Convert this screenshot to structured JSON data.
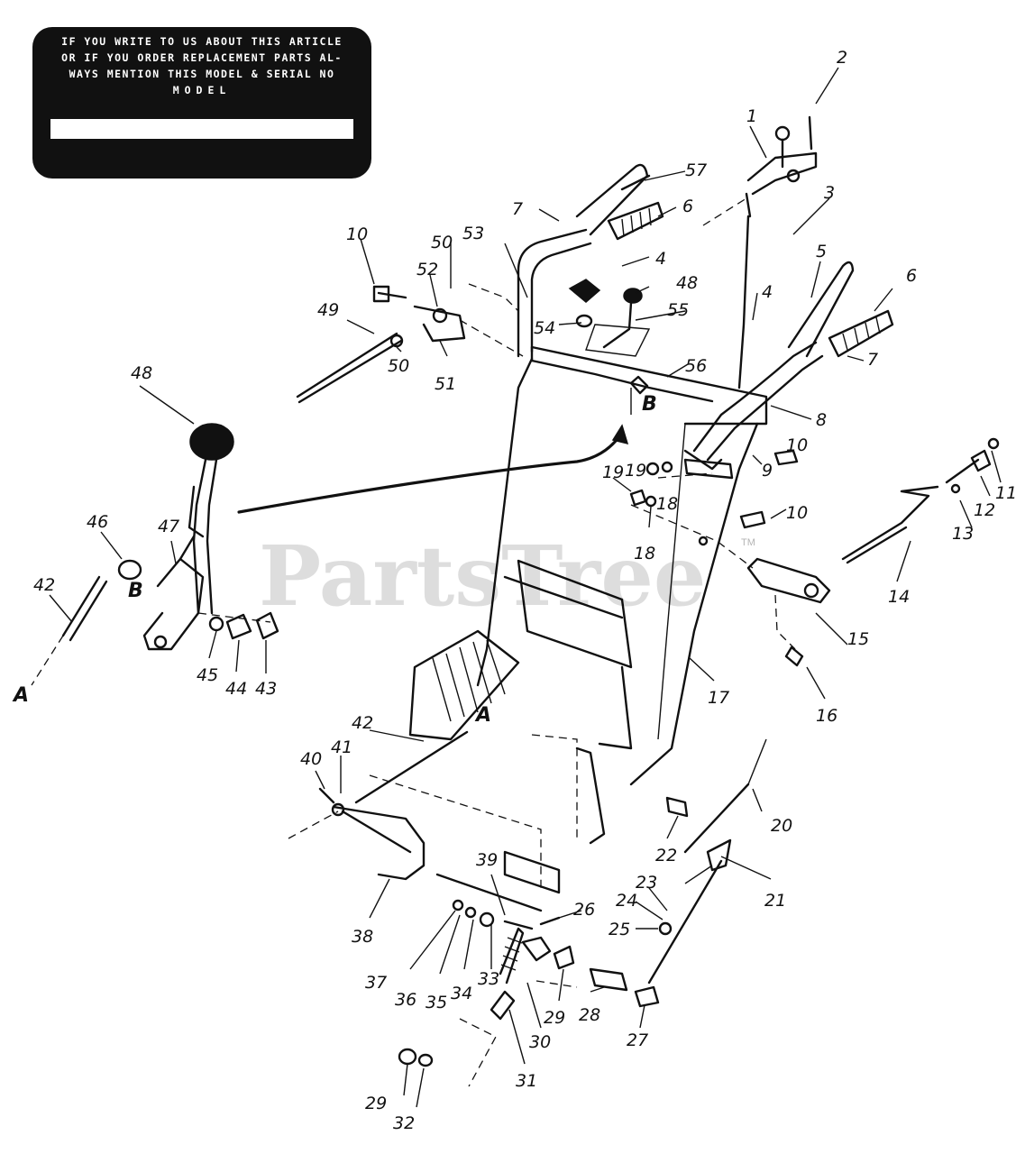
{
  "info_plate": {
    "lines": [
      "IF YOU WRITE TO US ABOUT THIS ARTICLE",
      "OR IF YOU ORDER REPLACEMENT PARTS AL-",
      "WAYS MENTION THIS MODEL & SERIAL NO",
      "MODEL"
    ]
  },
  "watermark": {
    "text": "PartsTree",
    "trademark": "TM"
  },
  "callouts": [
    "1",
    "2",
    "3",
    "4",
    "4",
    "5",
    "6",
    "6",
    "7",
    "7",
    "8",
    "9",
    "10",
    "10",
    "10",
    "11",
    "12",
    "13",
    "14",
    "15",
    "16",
    "17",
    "18",
    "18",
    "19",
    "19",
    "20",
    "21",
    "22",
    "23",
    "24",
    "25",
    "26",
    "27",
    "28",
    "29",
    "29",
    "30",
    "31",
    "32",
    "33",
    "34",
    "35",
    "36",
    "37",
    "38",
    "39",
    "40",
    "41",
    "42",
    "42",
    "43",
    "44",
    "45",
    "46",
    "47",
    "48",
    "48",
    "49",
    "50",
    "50",
    "51",
    "52",
    "53",
    "54",
    "55",
    "56",
    "57"
  ],
  "reference_letters": [
    "A",
    "A",
    "B",
    "B"
  ]
}
